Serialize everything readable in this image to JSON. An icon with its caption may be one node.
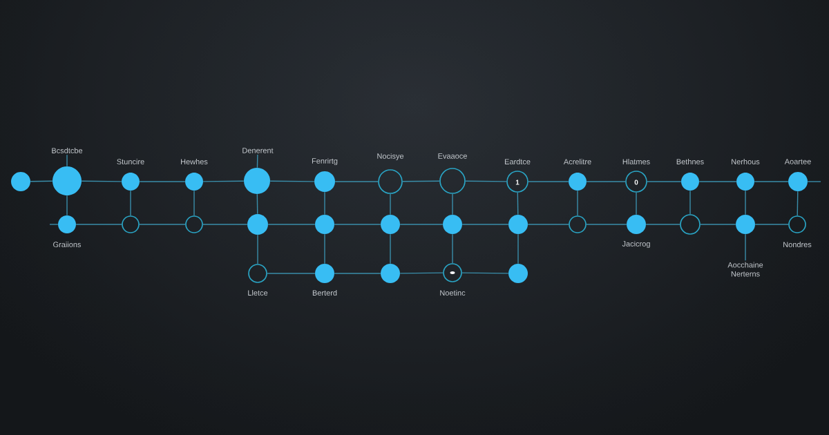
{
  "diagram": {
    "nodes": [
      {
        "text": [
          "Bcsdtcbe"
        ]
      },
      {
        "text": [
          "Denerent"
        ]
      },
      {
        "text": [],
        "shape": "circle"
      },
      {
        "text": [],
        "shape": "circle"
      },
      {
        "text": [
          "Stuncire"
        ]
      },
      {
        "text": [
          "Hewhes"
        ]
      },
      {
        "text": [],
        "shape": "circle"
      },
      {
        "text": [
          "Fenrirtg"
        ]
      },
      {
        "text": [
          "Nocisye"
        ]
      },
      {
        "text": [
          "Evaaoce"
        ]
      },
      {
        "text": [
          "Eardtce",
          "1"
        ]
      },
      {
        "text": [
          "Acrelitre"
        ]
      },
      {
        "text": [
          "Hlatmes",
          "0"
        ]
      },
      {
        "text": [
          "Bethnes"
        ]
      },
      {
        "text": [
          "Nerhous"
        ]
      },
      {
        "text": [
          "Aoartee"
        ]
      },
      {
        "text": [
          "Graiions"
        ]
      },
      {
        "text": [],
        "shape": "circle"
      },
      {
        "text": [],
        "shape": "circle"
      },
      {
        "text": [],
        "shape": "circle"
      },
      {
        "text": [],
        "shape": "circle"
      },
      {
        "text": [],
        "shape": "circle"
      },
      {
        "text": [],
        "shape": "circle"
      },
      {
        "text": [],
        "shape": "circle"
      },
      {
        "text": [],
        "shape": "circle"
      },
      {
        "text": [
          "Jacicrog"
        ]
      },
      {
        "text": [],
        "shape": "circle"
      },
      {
        "text": [],
        "shape": "circle"
      },
      {
        "text": [
          "Nondres"
        ]
      },
      {
        "text": [
          "Aocchaine Nerterns"
        ]
      },
      {
        "text": [
          "Lletce"
        ]
      },
      {
        "text": [
          "Berterd"
        ]
      },
      {
        "text": [],
        "shape": "circle"
      },
      {
        "text": [
          "Noetinc"
        ]
      },
      {
        "text": [],
        "shape": "circle"
      }
    ],
    "edges": [
      {
        "from": 0,
        "to": 3,
        "arrow": "none"
      },
      {
        "from": 1,
        "to": 6,
        "arrow": "none"
      },
      {
        "from": 2,
        "to": 3,
        "arrow": "none"
      },
      {
        "from": 3,
        "to": 4,
        "arrow": "none"
      },
      {
        "from": 4,
        "to": 5,
        "arrow": "none"
      },
      {
        "from": 5,
        "to": 6,
        "arrow": "none"
      },
      {
        "from": 6,
        "to": 7,
        "arrow": "none"
      },
      {
        "from": 7,
        "to": 8,
        "arrow": "none"
      },
      {
        "from": 8,
        "to": 9,
        "arrow": "none"
      },
      {
        "from": 9,
        "to": 10,
        "arrow": "none"
      },
      {
        "from": 10,
        "to": 11,
        "arrow": "none"
      },
      {
        "from": 11,
        "to": 12,
        "arrow": "none"
      },
      {
        "from": 12,
        "to": 13,
        "arrow": "none"
      },
      {
        "from": 13,
        "to": 14,
        "arrow": "none"
      },
      {
        "from": 14,
        "to": 15,
        "arrow": "none"
      },
      {
        "from": 15,
        "to": null,
        "arrow": "none"
      },
      {
        "from": null,
        "to": 16,
        "arrow": "none"
      },
      {
        "from": 16,
        "to": 17,
        "arrow": "none"
      },
      {
        "from": 17,
        "to": 18,
        "arrow": "none"
      },
      {
        "from": 18,
        "to": 19,
        "arrow": "none"
      },
      {
        "from": 19,
        "to": 20,
        "arrow": "none"
      },
      {
        "from": 20,
        "to": 21,
        "arrow": "none"
      },
      {
        "from": 21,
        "to": 22,
        "arrow": "none"
      },
      {
        "from": 22,
        "to": 23,
        "arrow": "none"
      },
      {
        "from": 23,
        "to": 24,
        "arrow": "none"
      },
      {
        "from": 24,
        "to": 25,
        "arrow": "none"
      },
      {
        "from": 25,
        "to": 26,
        "arrow": "none"
      },
      {
        "from": 26,
        "to": 27,
        "arrow": "none"
      },
      {
        "from": 27,
        "to": 28,
        "arrow": "none"
      },
      {
        "from": 3,
        "to": 16,
        "arrow": "none"
      },
      {
        "from": 4,
        "to": 17,
        "arrow": "none"
      },
      {
        "from": 5,
        "to": 18,
        "arrow": "none"
      },
      {
        "from": 6,
        "to": 19,
        "arrow": "none"
      },
      {
        "from": 7,
        "to": 20,
        "arrow": "none"
      },
      {
        "from": 8,
        "to": 21,
        "arrow": "none"
      },
      {
        "from": 9,
        "to": 22,
        "arrow": "none"
      },
      {
        "from": 10,
        "to": 23,
        "arrow": "none"
      },
      {
        "from": 11,
        "to": 24,
        "arrow": "none"
      },
      {
        "from": 12,
        "to": 25,
        "arrow": "none"
      },
      {
        "from": 13,
        "to": 26,
        "arrow": "none"
      },
      {
        "from": 14,
        "to": 27,
        "arrow": "none"
      },
      {
        "from": 15,
        "to": 28,
        "arrow": "none"
      },
      {
        "from": 27,
        "to": 29,
        "arrow": "none"
      },
      {
        "from": 19,
        "to": 30,
        "arrow": "none"
      },
      {
        "from": 20,
        "to": 31,
        "arrow": "none"
      },
      {
        "from": 21,
        "to": 32,
        "arrow": "none"
      },
      {
        "from": 22,
        "to": 33,
        "arrow": "none"
      },
      {
        "from": 23,
        "to": 34,
        "arrow": "none"
      },
      {
        "from": 30,
        "to": 31,
        "arrow": "none"
      },
      {
        "from": 31,
        "to": 32,
        "arrow": "none"
      },
      {
        "from": 32,
        "to": 33,
        "arrow": "none"
      },
      {
        "from": 33,
        "to": 34,
        "arrow": "none"
      }
    ]
  }
}
